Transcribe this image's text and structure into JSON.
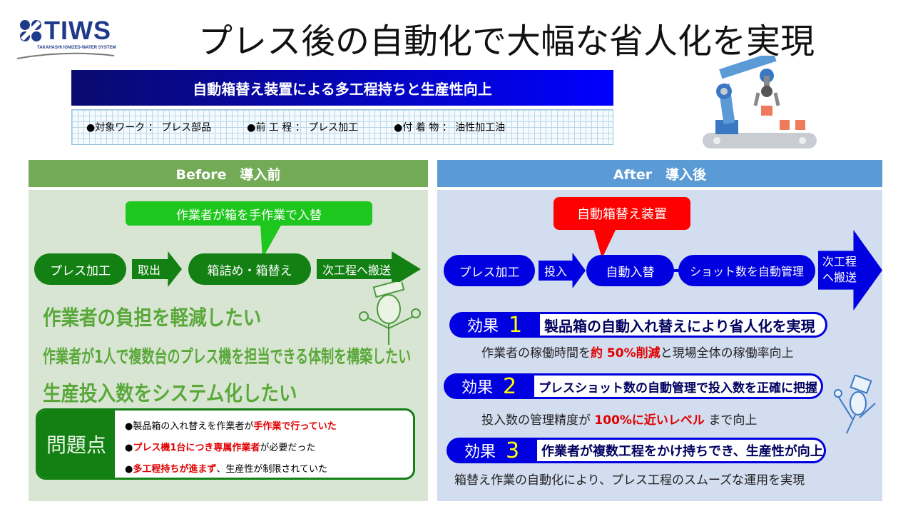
{
  "logo": {
    "text": "TIWS",
    "subtitle": "TAKAHASHI IONIZED-WATER SYSTEM"
  },
  "title": "プレス後の自動化で大幅な省人化を実現",
  "banner": "自動箱替え装置による多工程持ちと生産性向上",
  "specs": [
    "●対象ワーク ： プレス部品",
    "●前 工 程 ： プレス加工",
    "●付 着 物 ： 油性加工油"
  ],
  "illustration": "robot-arm-icon",
  "before": {
    "header": "Before　導入前",
    "callout": "作業者が箱を手作業で入替",
    "flow": {
      "step1": "プレス加工",
      "arrow1": "取出",
      "step2": "箱詰め・箱替え",
      "arrow2": "次工程へ搬送"
    },
    "wishes": [
      "作業者の負担を軽減したい",
      "作業者が1人で複数台のプレス機を担当できる体制を構築したい",
      "生産投入数をシステム化したい"
    ],
    "problem_label": "問題点",
    "problems": [
      {
        "plain1": "●製品箱の入れ替えを作業者が",
        "red": "手作業で行っていた",
        "plain2": ""
      },
      {
        "plain1": "●",
        "red": "プレス機1台につき専属作業者",
        "plain2": "が必要だった"
      },
      {
        "plain1": "●",
        "red": "多工程持ちが進まず",
        "plain2": "、生産性が制限されていた"
      }
    ]
  },
  "after": {
    "header": "After　導入後",
    "callout": "自動箱替え装置",
    "flow": {
      "step1": "プレス加工",
      "arrow1": "投入",
      "step2": "自動入替",
      "step3": "ショット数を自動管理",
      "arrow2a": "次工程",
      "arrow2b": "へ搬送"
    },
    "effect_label": "効果",
    "effects": [
      {
        "num": "1",
        "text": "製品箱の自動入れ替えにより省人化を実現",
        "d1": "作業者の稼働時間を",
        "dred": "約 50%削減",
        "d2": "と現場全体の稼働率向上"
      },
      {
        "num": "2",
        "text": "プレスショット数の自動管理で投入数を正確に把握",
        "d1": "投入数の管理精度が ",
        "dred": "100%に近いレベル",
        "d2": " まで向上"
      },
      {
        "num": "3",
        "text": "作業者が複数工程をかけ持ちでき、生産性が向上",
        "d1": "箱替え作業の自動化により、プレス工程のスムーズな運用を実現",
        "dred": "",
        "d2": ""
      }
    ]
  },
  "colors": {
    "before_header": "#72aa55",
    "before_panel": "#d8e5d2",
    "green_dark": "#128012",
    "after_header": "#5b9bd5",
    "after_panel": "#d2ddef",
    "blue": "#0000e0",
    "red": "#ff0000"
  }
}
